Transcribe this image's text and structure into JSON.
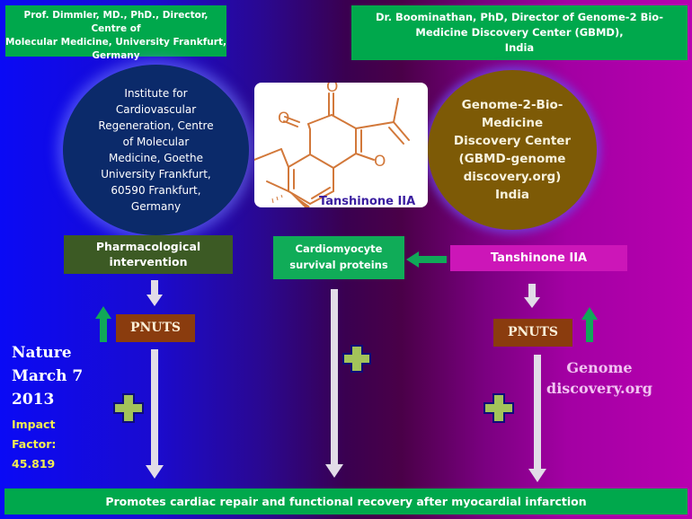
{
  "header_left": {
    "line1": "Prof. Dimmler, MD., PhD., Director, Centre of",
    "line2": "Molecular Medicine, University Frankfurt,",
    "line3": "Germany"
  },
  "header_right": {
    "line1": "Dr. Boominathan, PhD, Director of  Genome-2 Bio-",
    "line2": "Medicine Discovery Center (GBMD),",
    "line3": "India"
  },
  "circle_left": {
    "lines": [
      "Institute for",
      "Cardiovascular",
      "Regeneration, Centre",
      "of Molecular",
      "Medicine, Goethe",
      "University Frankfurt,",
      "60590 Frankfurt,",
      "Germany"
    ]
  },
  "circle_right": {
    "lines": [
      "Genome-2-Bio-",
      "Medicine",
      "Discovery Center",
      "(GBMD-genome",
      "discovery.org)",
      "India"
    ]
  },
  "molecule": {
    "name": "Tanshinone IIA",
    "atom_label": "O"
  },
  "boxes": {
    "pharmacological": [
      "Pharmacological",
      "intervention"
    ],
    "cardiomyocyte": [
      "Cardiomyocyte",
      "survival  proteins"
    ],
    "tanshinone": "Tanshinone IIA",
    "pnuts_left": "PNUTS",
    "pnuts_right": "PNUTS"
  },
  "citation": {
    "journal": "Nature",
    "date_line": "March 7",
    "year": "2013",
    "impact_label1": "Impact",
    "impact_label2": "Factor:",
    "impact_value": "45.819"
  },
  "genome_label": [
    "Genome",
    "discovery.org"
  ],
  "footer": "Promotes cardiac repair and functional recovery after myocardial infarction",
  "colors": {
    "green_box": "#00a84c",
    "circle_left": "#0b2a6a",
    "circle_right": "#7d5a06",
    "pnuts": "#8a3c0e",
    "pharm_box": "#3c5a24",
    "tansh_box": "#cc16b8",
    "up_arrow": "#10a858",
    "plus": "#a3c35a",
    "molecule": "#d2783a"
  }
}
